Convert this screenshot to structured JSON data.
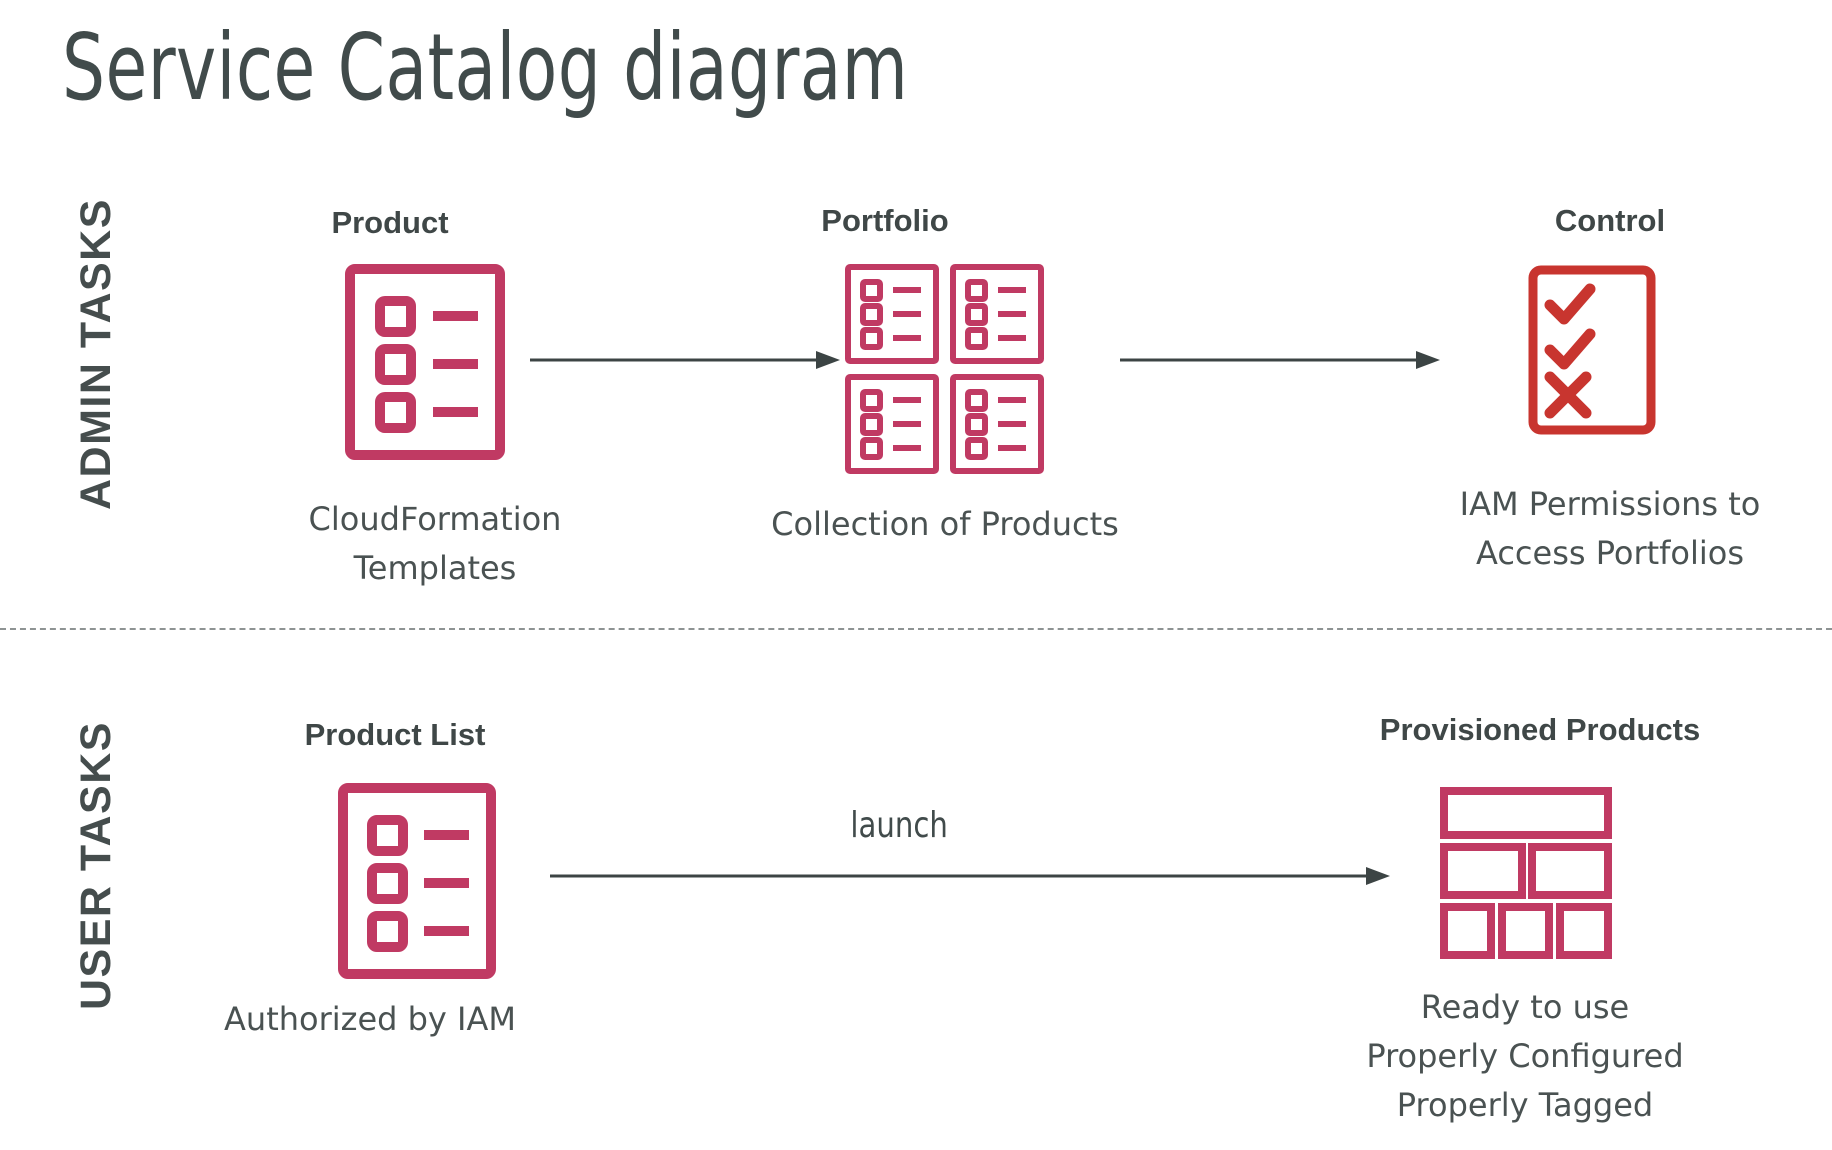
{
  "page": {
    "title": "Service Catalog diagram",
    "background": "#ffffff"
  },
  "colors": {
    "accent_crimson": "#C03A63",
    "accent_red": "#C8352F",
    "text_dark": "#424A4A",
    "arrow": "#3C4444",
    "divider": "#8E9393"
  },
  "lanes": [
    {
      "id": "admin",
      "label": "ADMIN TASKS"
    },
    {
      "id": "user",
      "label": "USER TASKS"
    }
  ],
  "admin_row": {
    "nodes": [
      {
        "id": "product",
        "title": "Product",
        "caption": "CloudFormation\nTemplates",
        "icon": "product-list-icon",
        "color": "#C03A63"
      },
      {
        "id": "portfolio",
        "title": "Portfolio",
        "caption": "Collection of Products",
        "icon": "portfolio-grid-icon",
        "color": "#C03A63"
      },
      {
        "id": "control",
        "title": "Control",
        "caption": "IAM Permissions to\nAccess Portfolios",
        "icon": "checklist-control-icon",
        "color": "#C8352F"
      }
    ],
    "arrows": [
      {
        "id": "product-to-portfolio",
        "label": ""
      },
      {
        "id": "portfolio-to-control",
        "label": ""
      }
    ]
  },
  "user_row": {
    "nodes": [
      {
        "id": "product-list",
        "title": "Product List",
        "caption": "Authorized by IAM",
        "icon": "product-list-icon",
        "color": "#C03A63"
      },
      {
        "id": "provisioned-products",
        "title": "Provisioned Products",
        "caption": "Ready to use\nProperly Configured\nProperly Tagged",
        "icon": "provisioned-blocks-icon",
        "color": "#C03A63"
      }
    ],
    "arrows": [
      {
        "id": "launch-arrow",
        "label": "launch"
      }
    ]
  }
}
